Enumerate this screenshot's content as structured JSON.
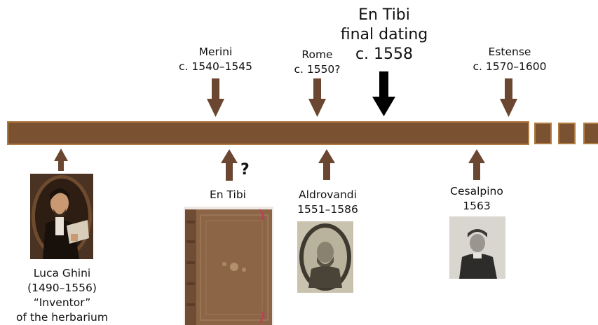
{
  "colors": {
    "bar_fill": "#7a5131",
    "bar_border": "#b07c42",
    "arrow_brown": "#6b4630",
    "arrow_black": "#000000"
  },
  "events_above": {
    "merini": {
      "name": "Merini",
      "date": "c. 1540–1545"
    },
    "rome": {
      "name": "Rome",
      "date": "c. 1550?"
    },
    "en_tibi_final": {
      "line1": "En Tibi",
      "line2": "final dating",
      "line3": "c. 1558"
    },
    "estense": {
      "name": "Estense",
      "date": "c. 1570–1600"
    }
  },
  "events_below": {
    "ghini": {
      "name": "Luca Ghini",
      "dates": "(1490–1556)",
      "role": "“Inventor”",
      "role2": "of the herbarium"
    },
    "en_tibi": {
      "name": "En Tibi",
      "question": "?"
    },
    "aldrovandi": {
      "name": "Aldrovandi",
      "dates": "1551–1586"
    },
    "cesalpino": {
      "name": "Cesalpino",
      "date": "1563"
    }
  }
}
